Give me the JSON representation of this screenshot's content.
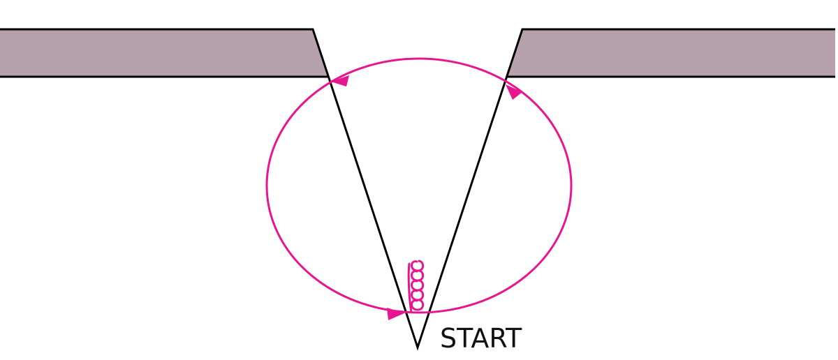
{
  "diagram": {
    "start_label": "START"
  },
  "colors": {
    "surface_fill": "#b7a1ad",
    "outline": "#000000",
    "stitch_path": "#e6168f",
    "background": "#ffffff"
  },
  "icons": {
    "arrows": "triangle-arrowhead",
    "coil": "coil-loops"
  }
}
